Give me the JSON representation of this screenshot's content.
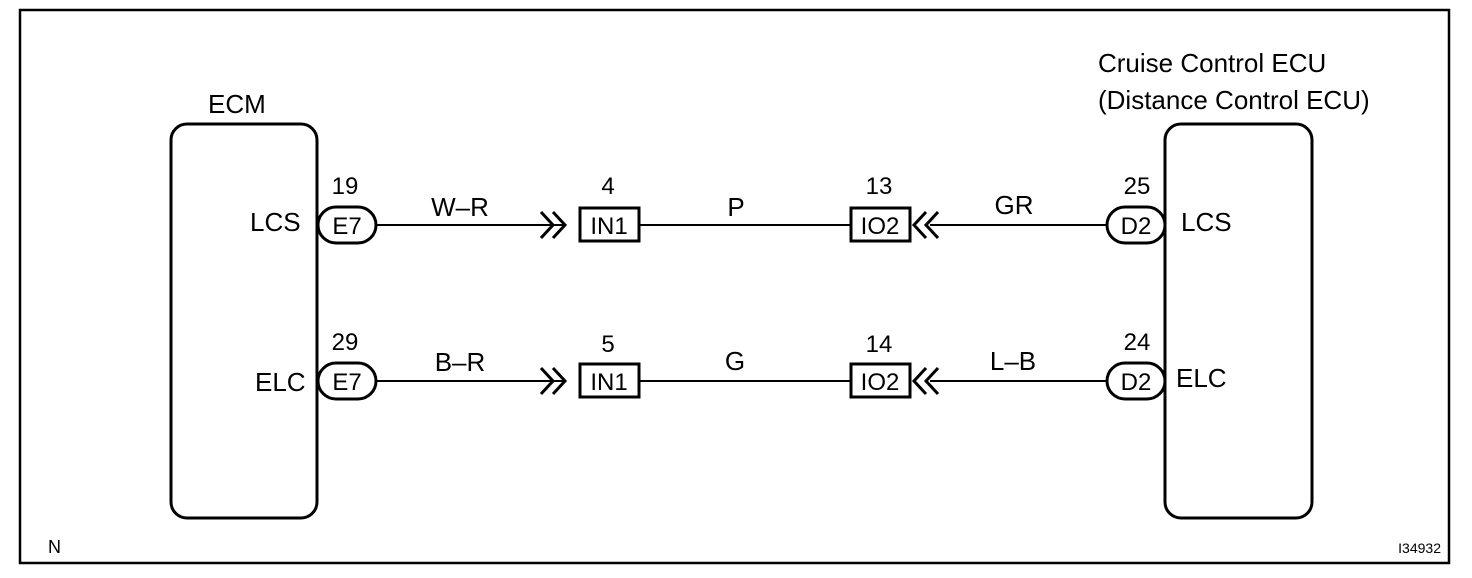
{
  "ecu_left": {
    "title": "ECM",
    "terminals": [
      "LCS",
      "ELC"
    ]
  },
  "ecu_right": {
    "title_line1": "Cruise Control ECU",
    "title_line2": "(Distance Control ECU)",
    "terminals": [
      "LCS",
      "ELC"
    ]
  },
  "circuits": [
    {
      "left_pin": "19",
      "left_connector": "E7",
      "wire_left": "W–R",
      "j1_pin": "4",
      "j1_connector": "IN1",
      "wire_mid": "P",
      "j2_pin": "13",
      "j2_connector": "IO2",
      "wire_right": "GR",
      "right_pin": "25",
      "right_connector": "D2"
    },
    {
      "left_pin": "29",
      "left_connector": "E7",
      "wire_left": "B–R",
      "j1_pin": "5",
      "j1_connector": "IN1",
      "wire_mid": "G",
      "j2_pin": "14",
      "j2_connector": "IO2",
      "wire_right": "L–B",
      "right_pin": "24",
      "right_connector": "D2"
    }
  ],
  "footer": {
    "corner_mark": "N",
    "figure_id": "I34932"
  }
}
